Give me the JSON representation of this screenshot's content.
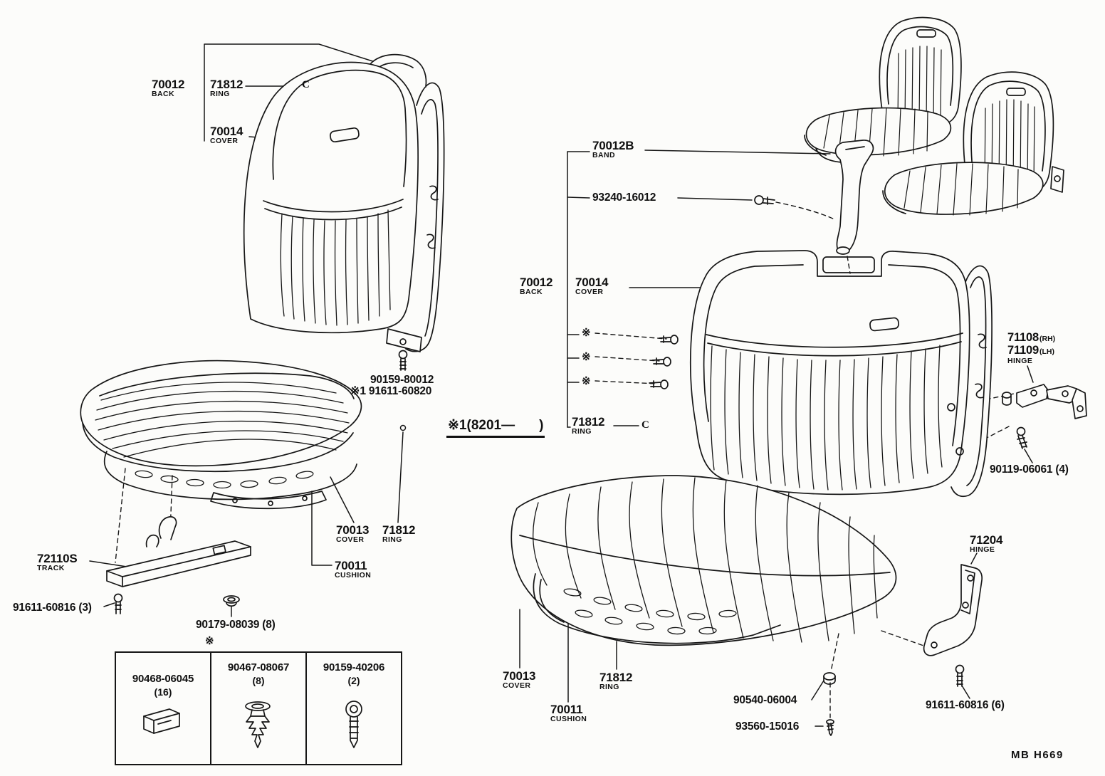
{
  "diagram": {
    "footer_code": "MB  H669",
    "ref_letter": "C",
    "star": "※",
    "note": {
      "open": "※1(8201—",
      "close": ")"
    },
    "left_seat": {
      "back": {
        "num": "70012",
        "name": "BACK"
      },
      "back_ring": {
        "num": "71812",
        "name": "RING"
      },
      "back_cover": {
        "num": "70014",
        "name": "COVER"
      },
      "frame_screw": "90159-80012",
      "ring_bolt": {
        "star": "※1",
        "num": "91611-60820"
      },
      "cushion_cover": {
        "num": "70013",
        "name": "COVER"
      },
      "cushion_ring": {
        "num": "71812",
        "name": "RING"
      },
      "cushion": {
        "num": "70011",
        "name": "CUSHION"
      },
      "track": {
        "num": "72110S",
        "name": "TRACK"
      },
      "track_bolt": "91611-60816 (3)",
      "pan_clip": "90179-08039 (8)"
    },
    "fastener_table": {
      "marker": "※",
      "cells": [
        {
          "num": "90468-06045",
          "qty": "(16)"
        },
        {
          "num": "90467-08067",
          "qty": "(8)"
        },
        {
          "num": "90159-40206",
          "qty": "(2)"
        }
      ]
    },
    "bench_seat": {
      "band": {
        "num": "70012B",
        "name": "BAND"
      },
      "band_screw": "93240-16012",
      "back": {
        "num": "70012",
        "name": "BACK"
      },
      "back_cover": {
        "num": "70014",
        "name": "COVER"
      },
      "back_ring": {
        "num": "71812",
        "name": "RING"
      },
      "hinge_rh": {
        "num": "71108",
        "side": "(RH)"
      },
      "hinge_lh": {
        "num": "71109",
        "side": "(LH)"
      },
      "hinge_label": "HINGE",
      "hinge_bolt": "90119-06061 (4)",
      "hinge2": {
        "num": "71204",
        "name": "HINGE"
      },
      "cushion_cover": {
        "num": "70013",
        "name": "COVER"
      },
      "cushion_ring": {
        "num": "71812",
        "name": "RING"
      },
      "cushion": {
        "num": "70011",
        "name": "CUSHION"
      },
      "cushion_nut": "90540-06004",
      "cushion_screw": "93560-15016",
      "hinge2_bolt": "91611-60816 (6)"
    }
  }
}
